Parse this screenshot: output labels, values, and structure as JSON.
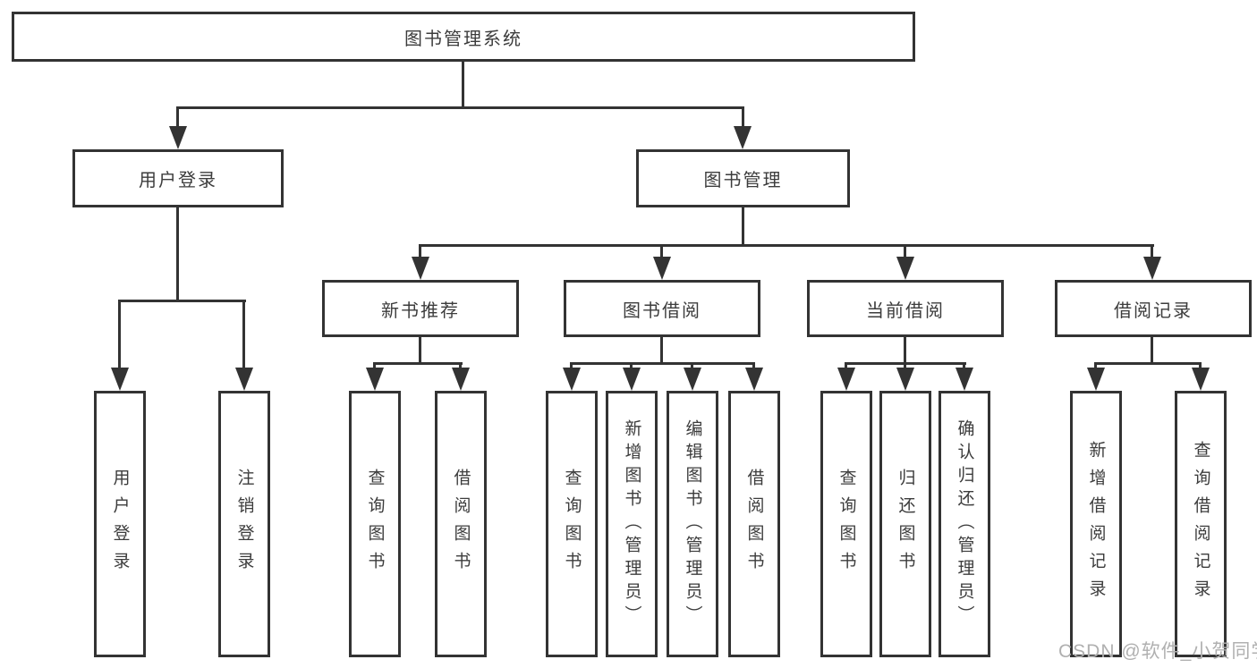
{
  "diagram": {
    "root": {
      "label": "图书管理系统"
    },
    "branches": [
      {
        "label": "用户登录",
        "children": [
          {
            "label": "用户登录"
          },
          {
            "label": "注销登录"
          }
        ]
      },
      {
        "label": "图书管理",
        "sections": [
          {
            "label": "新书推荐",
            "children": [
              {
                "label": "查询图书"
              },
              {
                "label": "借阅图书"
              }
            ]
          },
          {
            "label": "图书借阅",
            "children": [
              {
                "label": "查询图书"
              },
              {
                "label": "新增图书（管理员）"
              },
              {
                "label": "编辑图书（管理员）"
              },
              {
                "label": "借阅图书"
              }
            ]
          },
          {
            "label": "当前借阅",
            "children": [
              {
                "label": "查询图书"
              },
              {
                "label": "归还图书"
              },
              {
                "label": "确认归还（管理员）"
              }
            ]
          },
          {
            "label": "借阅记录",
            "children": [
              {
                "label": "新增借阅记录"
              },
              {
                "label": "查询借阅记录"
              }
            ]
          }
        ]
      }
    ]
  },
  "watermark": {
    "text": "CSDN @软件_小贺同学"
  },
  "colors": {
    "line": "#333333",
    "text": "#3c3c3c",
    "background": "#ffffff",
    "watermark": "#b0b0b0"
  }
}
